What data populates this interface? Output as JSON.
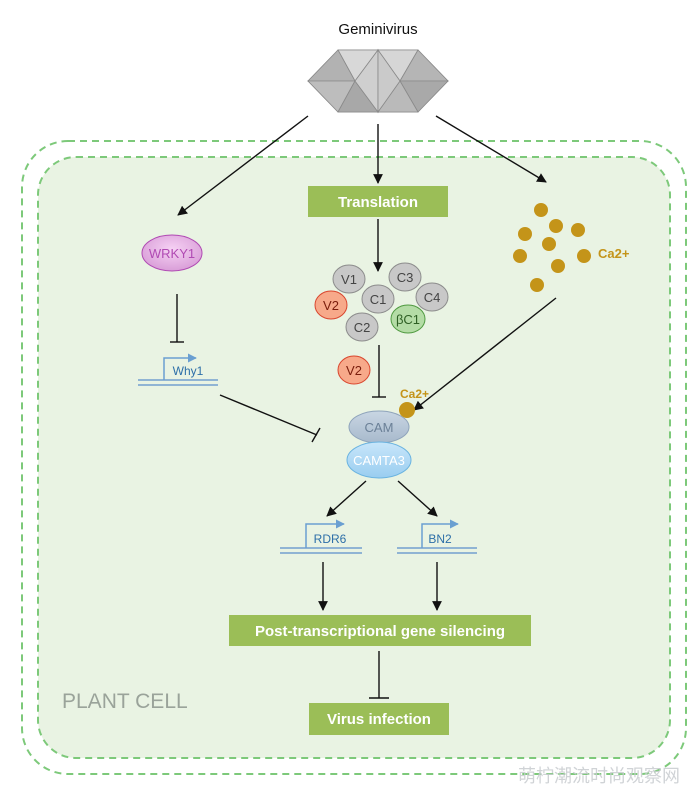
{
  "virus": {
    "label": "Geminivirus"
  },
  "cell": {
    "label": "PLANT CELL"
  },
  "boxes": {
    "translation": "Translation",
    "ptgs": "Post-transcriptional gene silencing",
    "infection": "Virus infection"
  },
  "proteins": {
    "v1": "V1",
    "v2": "V2",
    "c1": "C1",
    "c2": "C2",
    "c3": "C3",
    "c4": "C4",
    "bc1": "βC1",
    "v2_free": "V2"
  },
  "factors": {
    "wrky1": "WRKY1",
    "cam": "CAM",
    "camta3": "CAMTA3",
    "ca_label": "Ca2+",
    "ca_bound_label": "Ca2+"
  },
  "genes": {
    "why1": "Why1",
    "rdr6": "RDR6",
    "bn2": "BN2"
  },
  "watermark": "萌柠潮流时尚观察网",
  "colors": {
    "cell_border": "#7dc97a",
    "cell_fill": "#e9f3e3",
    "box_green": "#9bbe57",
    "calcium": "#c49419",
    "gene_blue": "#2d6fa8",
    "wrky_purple": "#b04ab3",
    "v2_red": "#d9462e",
    "bc1_green": "#4f9a40"
  }
}
